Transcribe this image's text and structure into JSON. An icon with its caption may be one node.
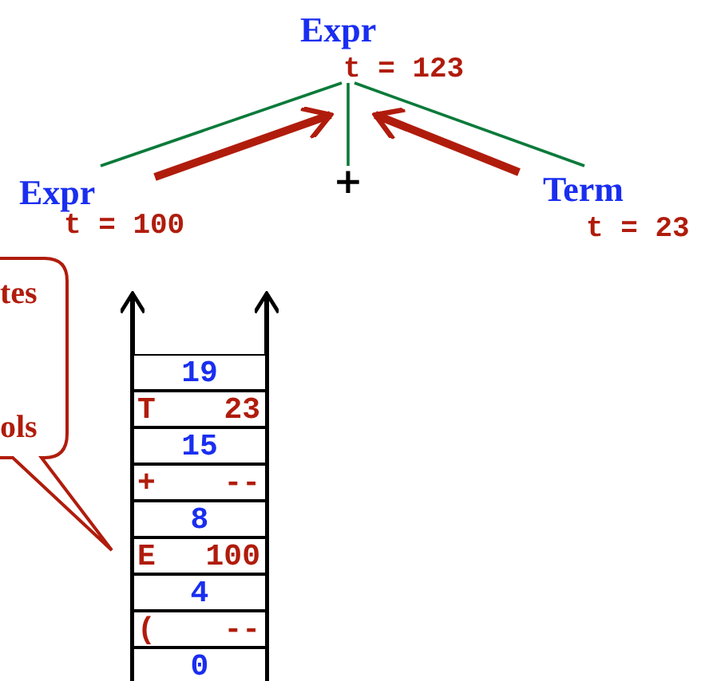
{
  "diagram": {
    "nodes": [
      {
        "text": [
          "Expr",
          "t = 123"
        ]
      },
      {
        "text": [
          "Expr",
          "t = 100"
        ]
      },
      {
        "text": [
          "+"
        ]
      },
      {
        "text": [
          "Term",
          "t = 23"
        ]
      },
      {
        "text": [
          "19"
        ]
      },
      {
        "text": [
          "T",
          "23"
        ]
      },
      {
        "text": [
          "15"
        ]
      },
      {
        "text": [
          "+",
          "--"
        ]
      },
      {
        "text": [
          "8"
        ]
      },
      {
        "text": [
          "E",
          "100"
        ]
      },
      {
        "text": [
          "4"
        ]
      },
      {
        "text": [
          "(",
          "--"
        ]
      },
      {
        "text": [
          "0"
        ]
      },
      {
        "text": [
          "tes",
          "ols"
        ]
      }
    ],
    "edges": [
      {
        "from": 0,
        "to": 1,
        "arrow": "none"
      },
      {
        "from": 0,
        "to": 2,
        "arrow": "none"
      },
      {
        "from": 0,
        "to": 3,
        "arrow": "none"
      },
      {
        "from": 1,
        "to": 0,
        "arrow": "to",
        "style": "thick",
        "color": "#b01c0c"
      },
      {
        "from": 3,
        "to": 0,
        "arrow": "to",
        "style": "thick",
        "color": "#b01c0c"
      }
    ]
  }
}
